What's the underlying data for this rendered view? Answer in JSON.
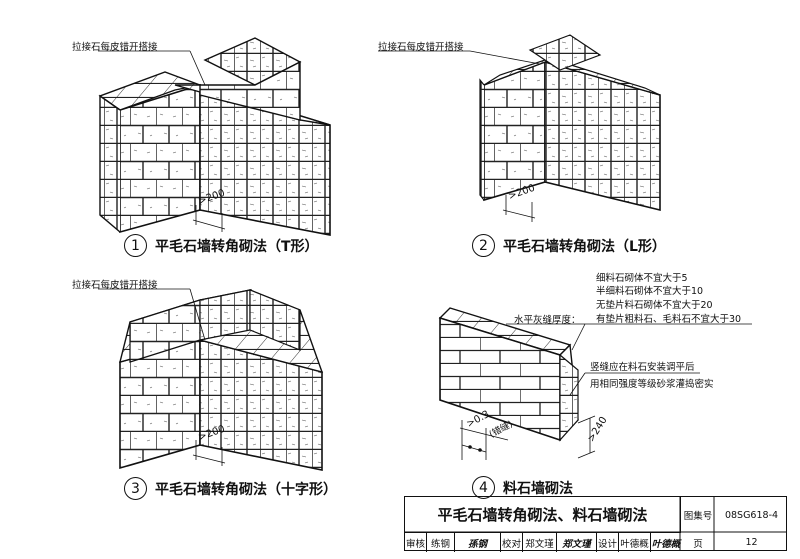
{
  "diagrams": [
    {
      "number": "1",
      "caption": "平毛石墙转角砌法（T形）",
      "callout": "拉接石每皮错开搭接",
      "dimension": ">200"
    },
    {
      "number": "2",
      "caption": "平毛石墙转角砌法（L形）",
      "callout": "拉接石每皮错开搭接",
      "dimension": ">200"
    },
    {
      "number": "3",
      "caption": "平毛石墙转角砌法（十字形）",
      "callout": "拉接石每皮错开搭接",
      "dimension": ">200"
    },
    {
      "number": "4",
      "caption": "料石墙砌法",
      "dimension_a": ">0.3",
      "dimension_b": "(错缝)",
      "dimension_c": ">240"
    }
  ],
  "notes": {
    "joint_label": "水平灰缝厚度：",
    "joint_lines": [
      "细料石砌体不宜大于5",
      "半细料石砌体不宜大于10",
      "无垫片料石砌体不宜大于20",
      "有垫片粗料石、毛料石不宜大于30"
    ],
    "vertical_lines": [
      "竖缝应在料石安装调平后",
      "用相同强度等级砂浆灌捣密实"
    ]
  },
  "title_block": {
    "title": "平毛石墙转角砌法、料石墙砌法",
    "atlas_label": "图集号",
    "atlas_no": "08SG618-4",
    "review_label": "审核",
    "reviewer": "练钢",
    "review_sig": "孫钢",
    "check_label": "校对",
    "checker": "郑文瑾",
    "check_sig": "郑文瑾",
    "design_label": "设计",
    "designer": "叶德概",
    "design_sig": "叶德概",
    "page_label": "页",
    "page_no": "12"
  }
}
